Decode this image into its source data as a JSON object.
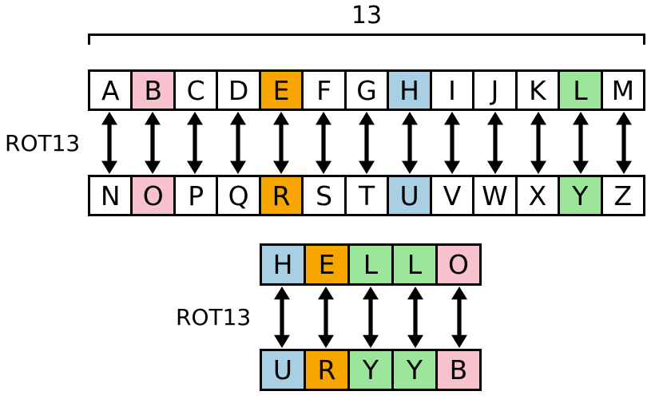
{
  "labels": {
    "span": "13",
    "rot13_alphabet": "ROT13",
    "rot13_example": "ROT13"
  },
  "colors": {
    "white": "#ffffff",
    "pink": "#f7c2cd",
    "orange": "#f7a600",
    "blue": "#a9cfe5",
    "green": "#9ce69c"
  },
  "alphabet": {
    "top": [
      {
        "letter": "A",
        "color": "white"
      },
      {
        "letter": "B",
        "color": "pink"
      },
      {
        "letter": "C",
        "color": "white"
      },
      {
        "letter": "D",
        "color": "white"
      },
      {
        "letter": "E",
        "color": "orange"
      },
      {
        "letter": "F",
        "color": "white"
      },
      {
        "letter": "G",
        "color": "white"
      },
      {
        "letter": "H",
        "color": "blue"
      },
      {
        "letter": "I",
        "color": "white"
      },
      {
        "letter": "J",
        "color": "white"
      },
      {
        "letter": "K",
        "color": "white"
      },
      {
        "letter": "L",
        "color": "green"
      },
      {
        "letter": "M",
        "color": "white"
      }
    ],
    "bottom": [
      {
        "letter": "N",
        "color": "white"
      },
      {
        "letter": "O",
        "color": "pink"
      },
      {
        "letter": "P",
        "color": "white"
      },
      {
        "letter": "Q",
        "color": "white"
      },
      {
        "letter": "R",
        "color": "orange"
      },
      {
        "letter": "S",
        "color": "white"
      },
      {
        "letter": "T",
        "color": "white"
      },
      {
        "letter": "U",
        "color": "blue"
      },
      {
        "letter": "V",
        "color": "white"
      },
      {
        "letter": "W",
        "color": "white"
      },
      {
        "letter": "X",
        "color": "white"
      },
      {
        "letter": "Y",
        "color": "green"
      },
      {
        "letter": "Z",
        "color": "white"
      }
    ]
  },
  "example": {
    "top": [
      {
        "letter": "H",
        "color": "blue"
      },
      {
        "letter": "E",
        "color": "orange"
      },
      {
        "letter": "L",
        "color": "green"
      },
      {
        "letter": "L",
        "color": "green"
      },
      {
        "letter": "O",
        "color": "pink"
      }
    ],
    "bottom": [
      {
        "letter": "U",
        "color": "blue"
      },
      {
        "letter": "R",
        "color": "orange"
      },
      {
        "letter": "Y",
        "color": "green"
      },
      {
        "letter": "Y",
        "color": "green"
      },
      {
        "letter": "B",
        "color": "pink"
      }
    ]
  }
}
